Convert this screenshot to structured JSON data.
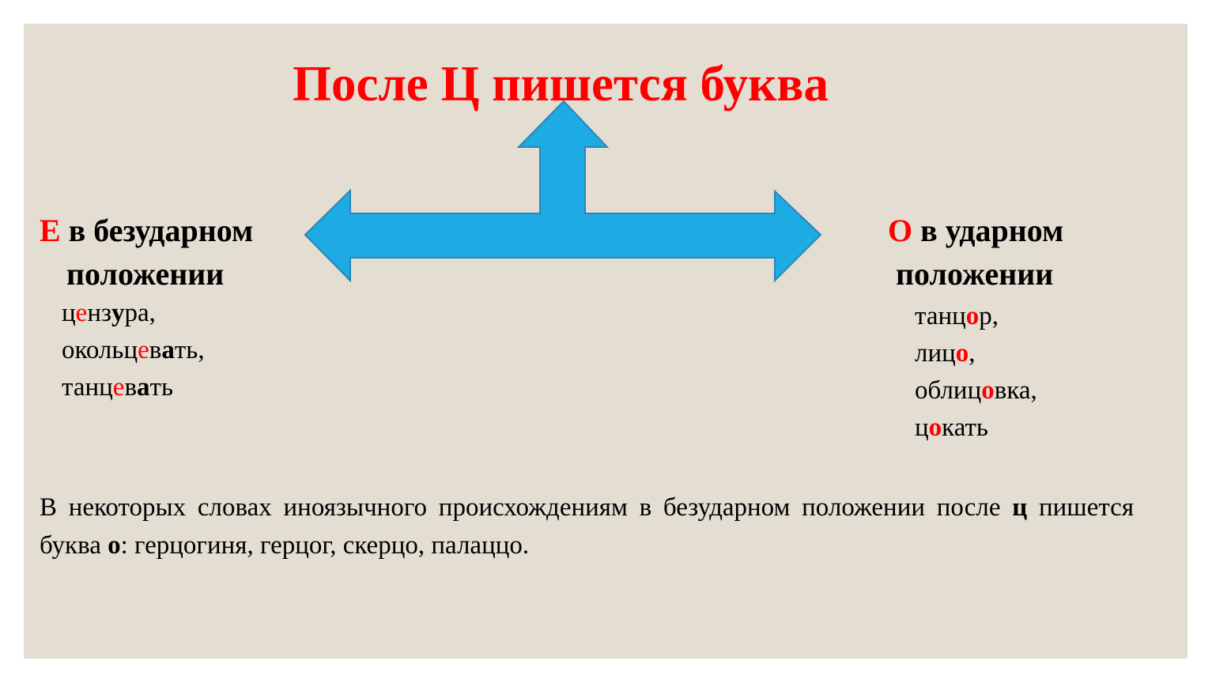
{
  "title": "После Ц пишется буква",
  "left": {
    "letter": "Е",
    "heading_rest": " в безударном",
    "heading_line2": "положении",
    "words": [
      {
        "parts": [
          {
            "t": "ц",
            "s": ""
          },
          {
            "t": "е",
            "s": "r"
          },
          {
            "t": "нз",
            "s": ""
          },
          {
            "t": "у",
            "s": "b"
          },
          {
            "t": "ра,",
            "s": ""
          }
        ]
      },
      {
        "parts": [
          {
            "t": "окольц",
            "s": ""
          },
          {
            "t": "е",
            "s": "r"
          },
          {
            "t": "в",
            "s": ""
          },
          {
            "t": "а",
            "s": "b"
          },
          {
            "t": "ть,",
            "s": ""
          }
        ]
      },
      {
        "parts": [
          {
            "t": "танц",
            "s": ""
          },
          {
            "t": "е",
            "s": "r"
          },
          {
            "t": "в",
            "s": ""
          },
          {
            "t": "а",
            "s": "b"
          },
          {
            "t": "ть",
            "s": ""
          }
        ]
      }
    ]
  },
  "right": {
    "letter": "О",
    "heading_rest": " в ударном",
    "heading_line2": "положении",
    "words": [
      {
        "parts": [
          {
            "t": "танц",
            "s": ""
          },
          {
            "t": "о",
            "s": "rb"
          },
          {
            "t": "р,",
            "s": ""
          }
        ]
      },
      {
        "parts": [
          {
            "t": "лиц",
            "s": ""
          },
          {
            "t": "о",
            "s": "rb"
          },
          {
            "t": ",",
            "s": ""
          }
        ]
      },
      {
        "parts": [
          {
            "t": "облиц",
            "s": ""
          },
          {
            "t": "о",
            "s": "rb"
          },
          {
            "t": "вка,",
            "s": ""
          }
        ]
      },
      {
        "parts": [
          {
            "t": "ц",
            "s": ""
          },
          {
            "t": "о",
            "s": "rb"
          },
          {
            "t": "кать",
            "s": ""
          }
        ]
      }
    ]
  },
  "note": {
    "part1": "В некоторых словах иноязычного происхождениям в безударном положении после ",
    "letter1": "ц",
    "part2": " пишется буква ",
    "letter2": "о",
    "part3": ": герцогиня, герцог, скерцо, палаццо."
  },
  "colors": {
    "accent": "#ff0000",
    "arrow_fill": "#1eaae2",
    "arrow_stroke": "#2a86b8",
    "background": "#e3ddd2"
  }
}
